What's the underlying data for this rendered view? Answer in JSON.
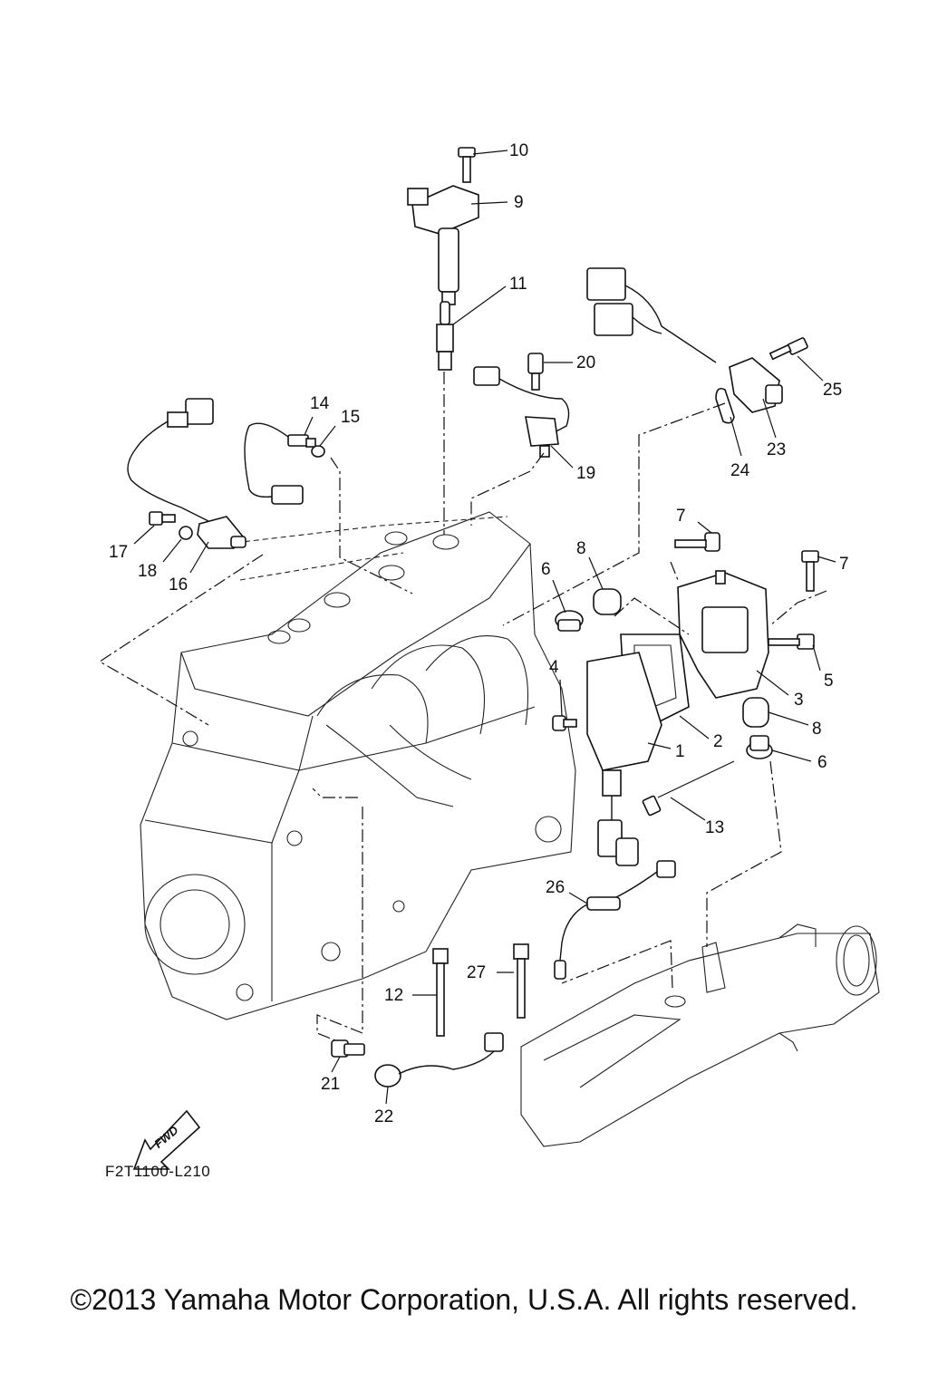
{
  "diagram": {
    "code": "F2T1100-L210",
    "fwd_label": "FWD",
    "callouts": {
      "c1": "1",
      "c2": "2",
      "c3": "3",
      "c4": "4",
      "c5": "5",
      "c6a": "6",
      "c6b": "6",
      "c7a": "7",
      "c7b": "7",
      "c8a": "8",
      "c8b": "8",
      "c9": "9",
      "c10": "10",
      "c11": "11",
      "c12": "12",
      "c13": "13",
      "c14": "14",
      "c15": "15",
      "c16": "16",
      "c17": "17",
      "c18": "18",
      "c19": "19",
      "c20": "20",
      "c21": "21",
      "c22": "22",
      "c23": "23",
      "c24": "24",
      "c25": "25",
      "c26": "26",
      "c27": "27"
    }
  },
  "footer": {
    "copyright": "©2013 Yamaha Motor Corporation, U.S.A. All rights reserved."
  }
}
